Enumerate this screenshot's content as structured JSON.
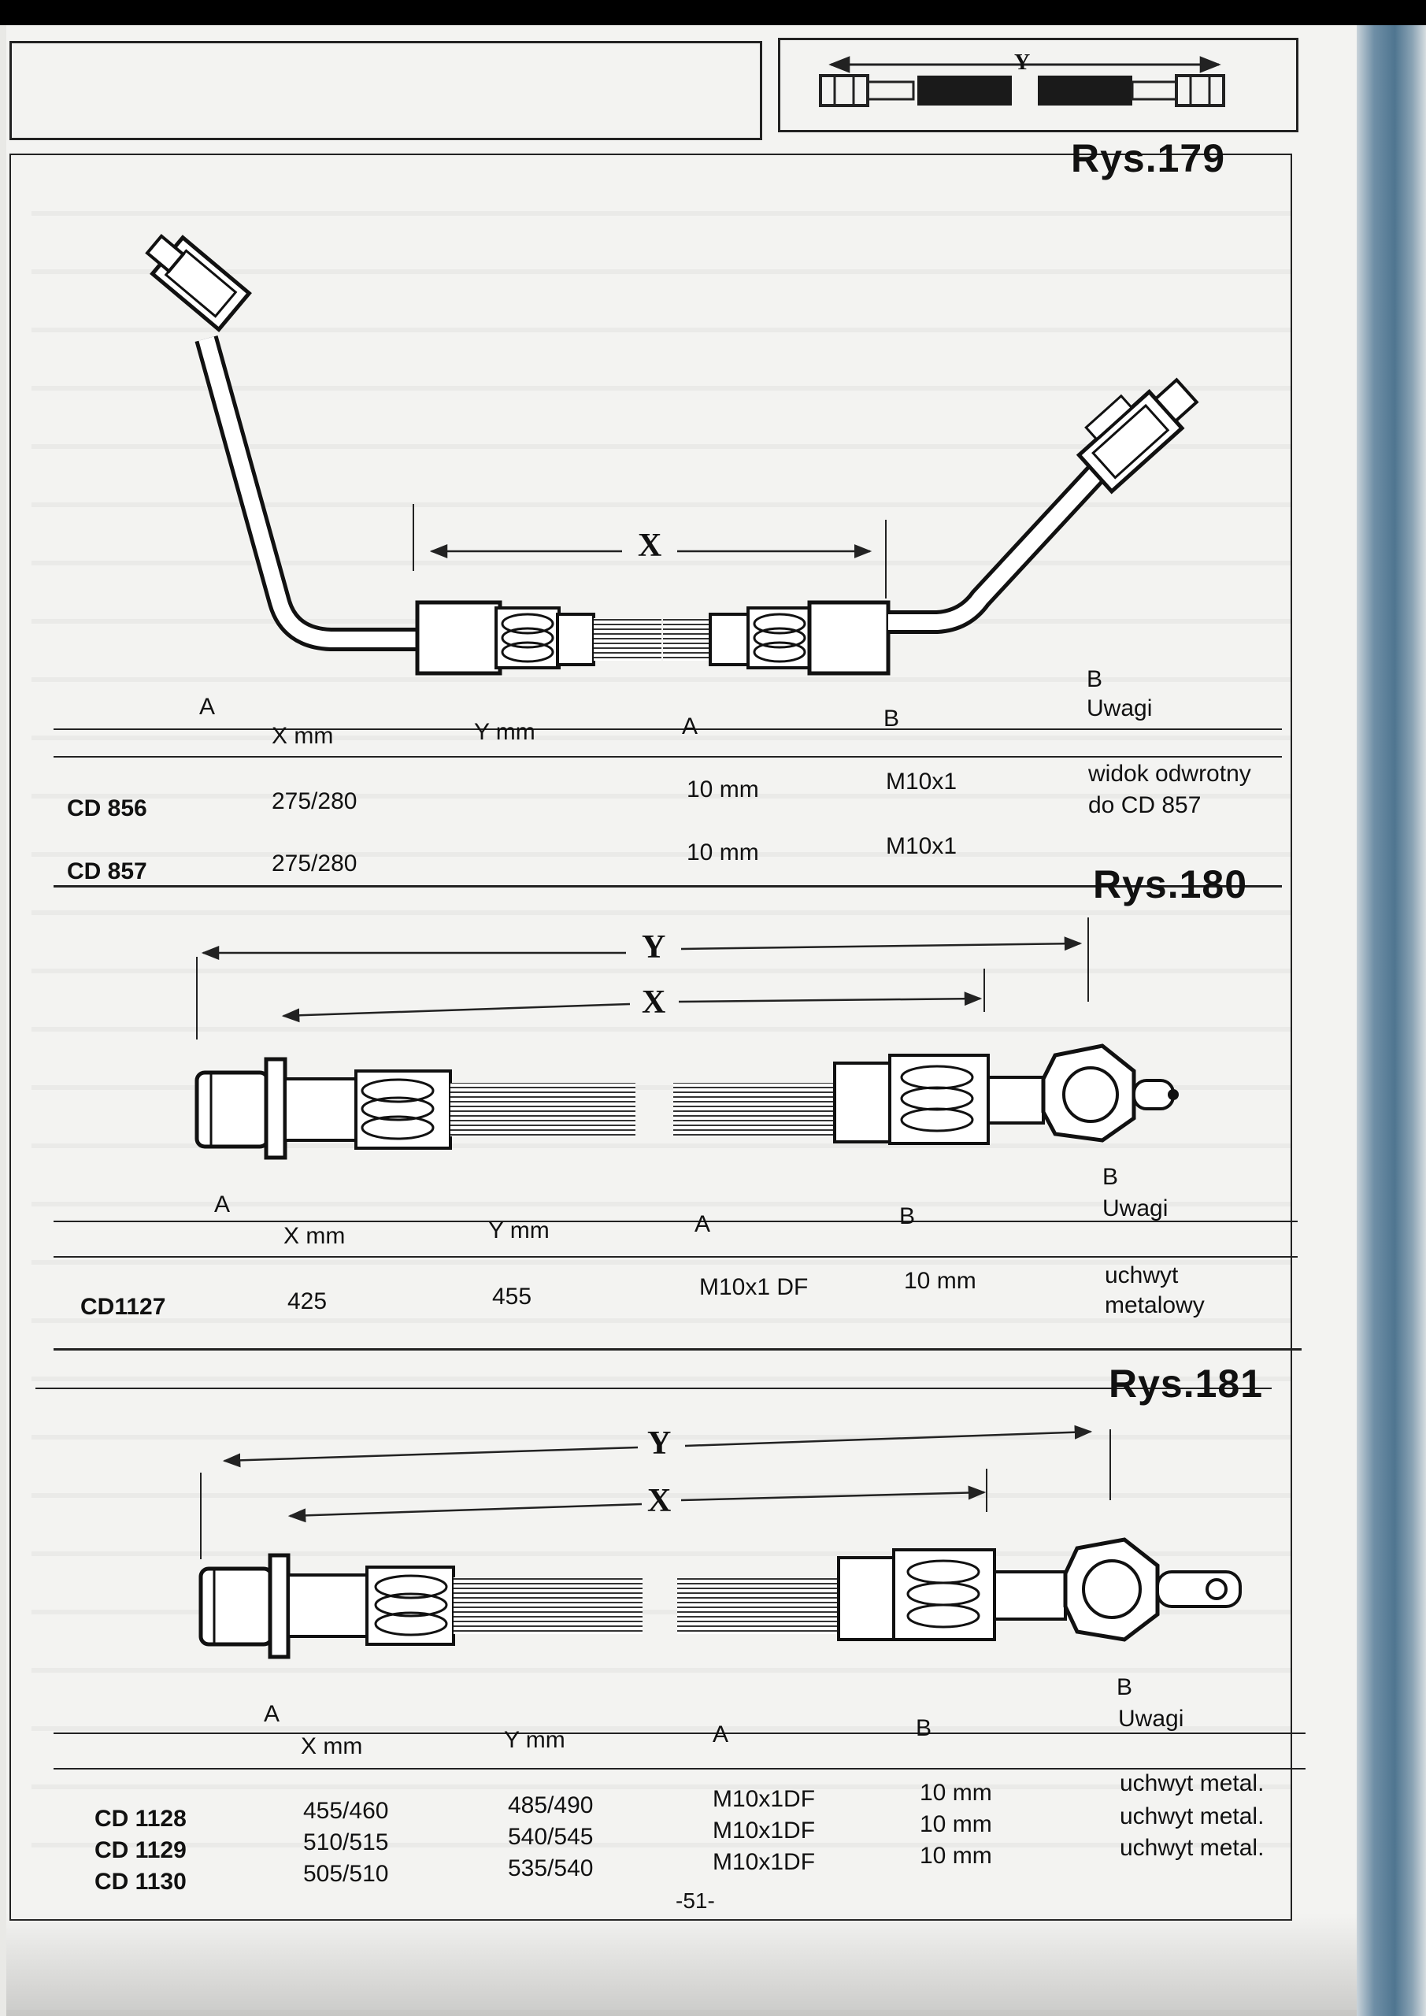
{
  "page": {
    "page_number": "-51-",
    "header_diagram_label": "Y"
  },
  "sections": [
    {
      "figure": "Rys.179",
      "end_label_a": "A",
      "end_label_b": "B",
      "dimension_label": "X",
      "columns": {
        "x": "X mm",
        "y": "Y mm",
        "a": "A",
        "b": "B",
        "notes": "Uwagi"
      },
      "rows": [
        {
          "code": "CD 856",
          "x": "275/280",
          "y": "",
          "a": "10 mm",
          "b": "M10x1",
          "notes": [
            "widok odwrotny",
            "do CD 857"
          ]
        },
        {
          "code": "CD 857",
          "x": "275/280",
          "y": "",
          "a": "10 mm",
          "b": "M10x1",
          "notes": []
        }
      ]
    },
    {
      "figure": "Rys.180",
      "end_label_a": "A",
      "end_label_b": "B",
      "dimension_y": "Y",
      "dimension_x": "X",
      "columns": {
        "x": "X mm",
        "y": "Y mm",
        "a": "A",
        "b": "B",
        "notes": "Uwagi"
      },
      "rows": [
        {
          "code": "CD1127",
          "x": "425",
          "y": "455",
          "a": "M10x1 DF",
          "b": "10 mm",
          "notes": [
            "uchwyt",
            "metalowy"
          ]
        }
      ]
    },
    {
      "figure": "Rys.181",
      "end_label_a": "A",
      "end_label_b": "B",
      "dimension_y": "Y",
      "dimension_x": "X",
      "columns": {
        "x": "X mm",
        "y": "Y mm",
        "a": "A",
        "b": "B",
        "notes": "Uwagi"
      },
      "rows": [
        {
          "code": "CD 1128",
          "x": "455/460",
          "y": "485/490",
          "a": "M10x1DF",
          "b": "10 mm",
          "notes": [
            "uchwyt metal."
          ]
        },
        {
          "code": "CD 1129",
          "x": "510/515",
          "y": "540/545",
          "a": "M10x1DF",
          "b": "10 mm",
          "notes": [
            "uchwyt metal."
          ]
        },
        {
          "code": "CD 1130",
          "x": "505/510",
          "y": "535/540",
          "a": "M10x1DF",
          "b": "10 mm",
          "notes": [
            "uchwyt metal."
          ]
        }
      ]
    }
  ]
}
